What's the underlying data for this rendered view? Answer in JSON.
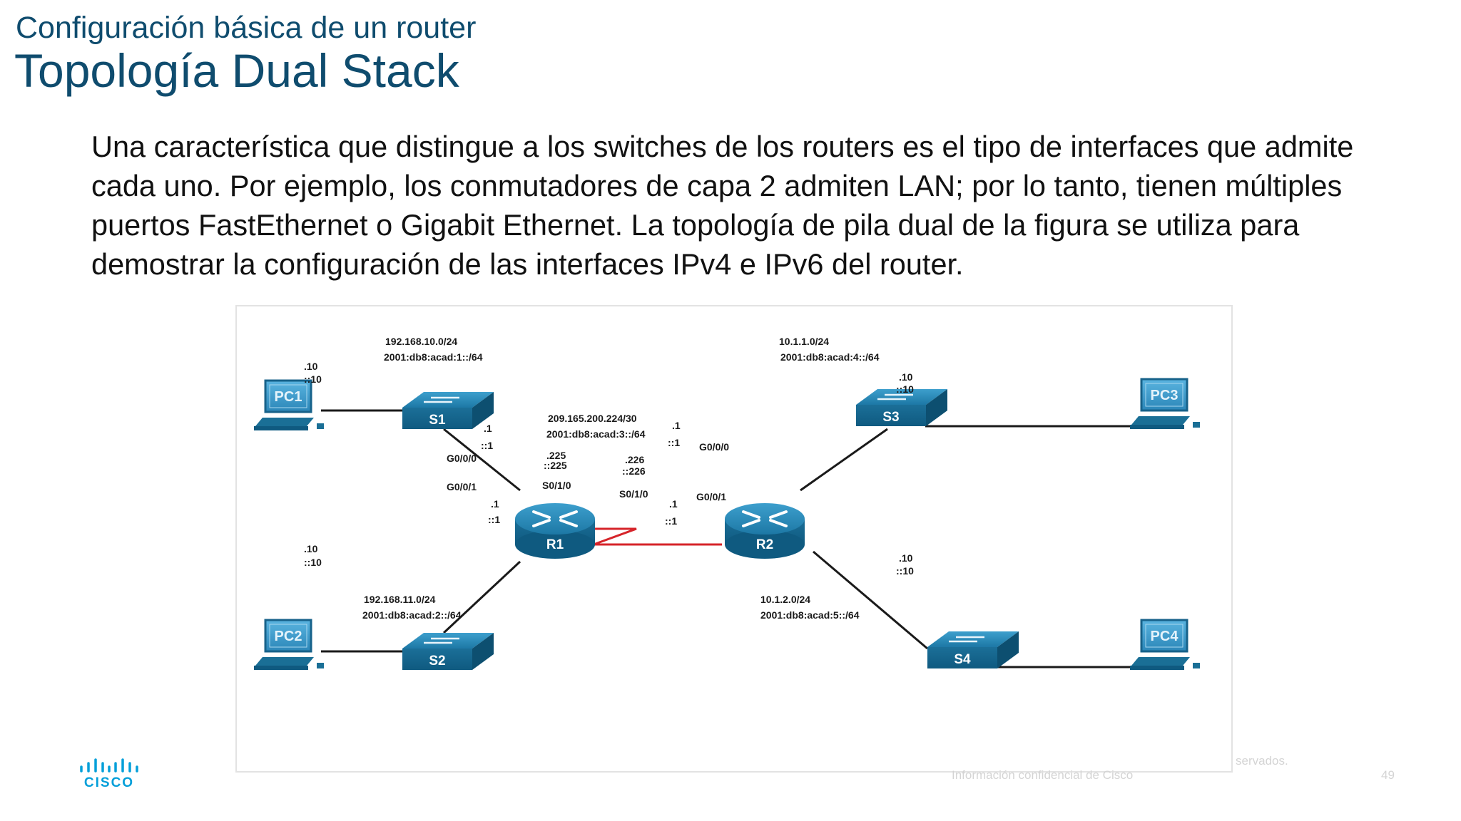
{
  "header": {
    "subtitle": "Configuración básica de un router",
    "title": "Topología Dual Stack"
  },
  "body": {
    "paragraph": "Una característica que distingue a los switches de los routers es el tipo de interfaces que admite cada uno. Por ejemplo, los conmutadores de capa 2 admiten LAN; por lo tanto, tienen múltiples puertos FastEthernet o Gigabit Ethernet. La topología de pila dual de la figura se utiliza para demostrar la configuración de las interfaces IPv4 e IPv6 del router."
  },
  "diagram": {
    "devices": {
      "pc1": "PC1",
      "pc2": "PC2",
      "pc3": "PC3",
      "pc4": "PC4",
      "s1": "S1",
      "s2": "S2",
      "s3": "S3",
      "s4": "S4",
      "r1": "R1",
      "r2": "R2"
    },
    "networks": {
      "lan1_v4": "192.168.10.0/24",
      "lan1_v6": "2001:db8:acad:1::/64",
      "lan2_v4": "192.168.11.0/24",
      "lan2_v6": "2001:db8:acad:2::/64",
      "wan_v4": "209.165.200.224/30",
      "wan_v6": "2001:db8:acad:3::/64",
      "lan3_v4": "10.1.1.0/24",
      "lan3_v6": "2001:db8:acad:4::/64",
      "lan4_v4": "10.1.2.0/24",
      "lan4_v6": "2001:db8:acad:5::/64"
    },
    "host_addr": {
      "pc1_v4": ".10",
      "pc1_v6": "::10",
      "pc2_v4": ".10",
      "pc2_v6": "::10",
      "pc3_v4": ".10",
      "pc3_v6": "::10",
      "pc4_v4": ".10",
      "pc4_v6": "::10"
    },
    "r1": {
      "g000": "G0/0/0",
      "g001": "G0/0/1",
      "s010": "S0/1/0",
      "g000_v4": ".1",
      "g000_v6": "::1",
      "g001_v4": ".1",
      "g001_v6": "::1",
      "s010_v4": ".225",
      "s010_v6": "::225"
    },
    "r2": {
      "g000": "G0/0/0",
      "g001": "G0/0/1",
      "s010": "S0/1/0",
      "g000_v4": ".1",
      "g000_v6": "::1",
      "g001_v4": ".1",
      "g001_v6": "::1",
      "s010_v4": ".226",
      "s010_v6": "::226"
    },
    "colors": {
      "device_blue": "#1a6f96",
      "device_light": "#4aa3cf",
      "serial_red": "#d6242a",
      "link": "#1a1a1a"
    }
  },
  "footer": {
    "copyright_fragment": "servados.",
    "confidential": "Información confidencial de Cisco",
    "page_number": "49",
    "logo_text": "CISCO",
    "logo_color": "#049fd9"
  }
}
